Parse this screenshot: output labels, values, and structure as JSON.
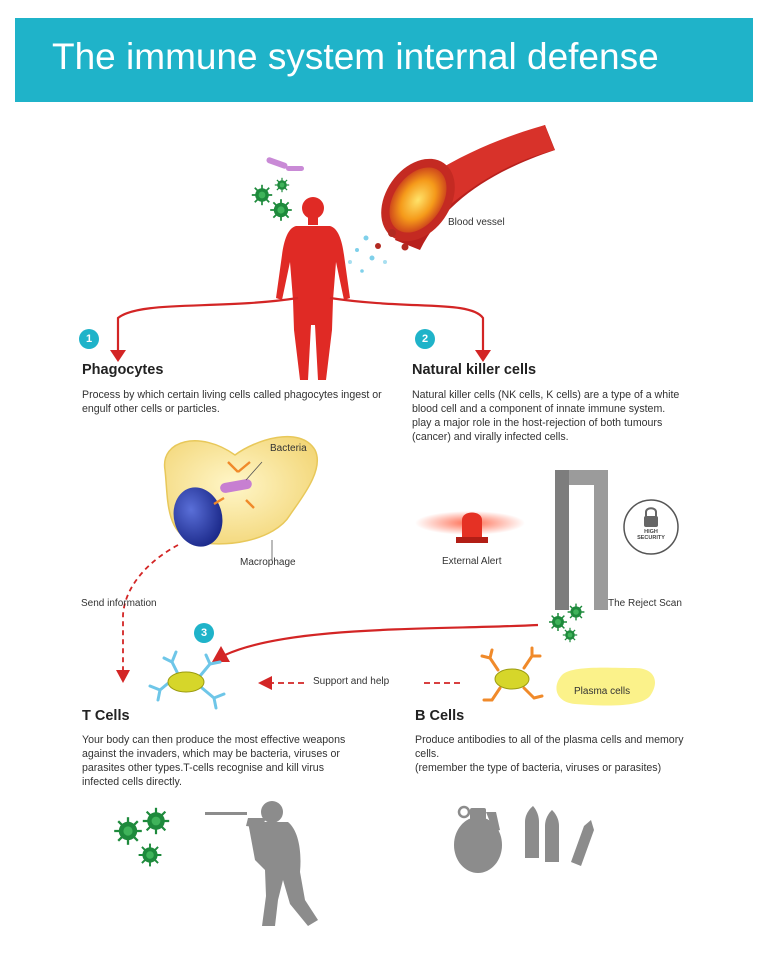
{
  "title": "The immune system internal defense",
  "colors": {
    "banner": "#1fb3c9",
    "arrow": "#d32525",
    "body": "#e02a25",
    "virus": "#1e8a3c",
    "silhouette": "#8c8c8c"
  },
  "sections": {
    "phagocytes": {
      "number": "1",
      "heading": "Phagocytes",
      "text": "Process by which certain living cells called phagocytes ingest or engulf other cells or particles."
    },
    "nk": {
      "number": "2",
      "heading": "Natural killer cells",
      "text": "Natural killer cells (NK cells, K cells) are a type of a white blood cell and a component of innate immune system. play a major role in the host-rejection of both tumours (cancer) and virally infected cells."
    },
    "tcells": {
      "number": "3",
      "heading": "T Cells",
      "text": "Your body can then produce the most effective weapons against the invaders, which may be bacteria, viruses or parasites other types.T-cells recognise and kill virus infected cells directly."
    },
    "bcells": {
      "heading": "B Cells",
      "text_line1": "Produce antibodies to all of the plasma cells and memory cells.",
      "text_line2": "(remember the type of  bacteria, viruses or parasites)"
    }
  },
  "labels": {
    "blood_vessel": "Blood vessel",
    "bacteria": "Bacteria",
    "macrophage": "Macrophage",
    "external_alert": "External Alert",
    "reject_scan": "The Reject Scan",
    "send_information": "Send information",
    "support_help": "Support and help",
    "plasma_cells": "Plasma cells",
    "high_security": "HIGH SECURITY"
  }
}
